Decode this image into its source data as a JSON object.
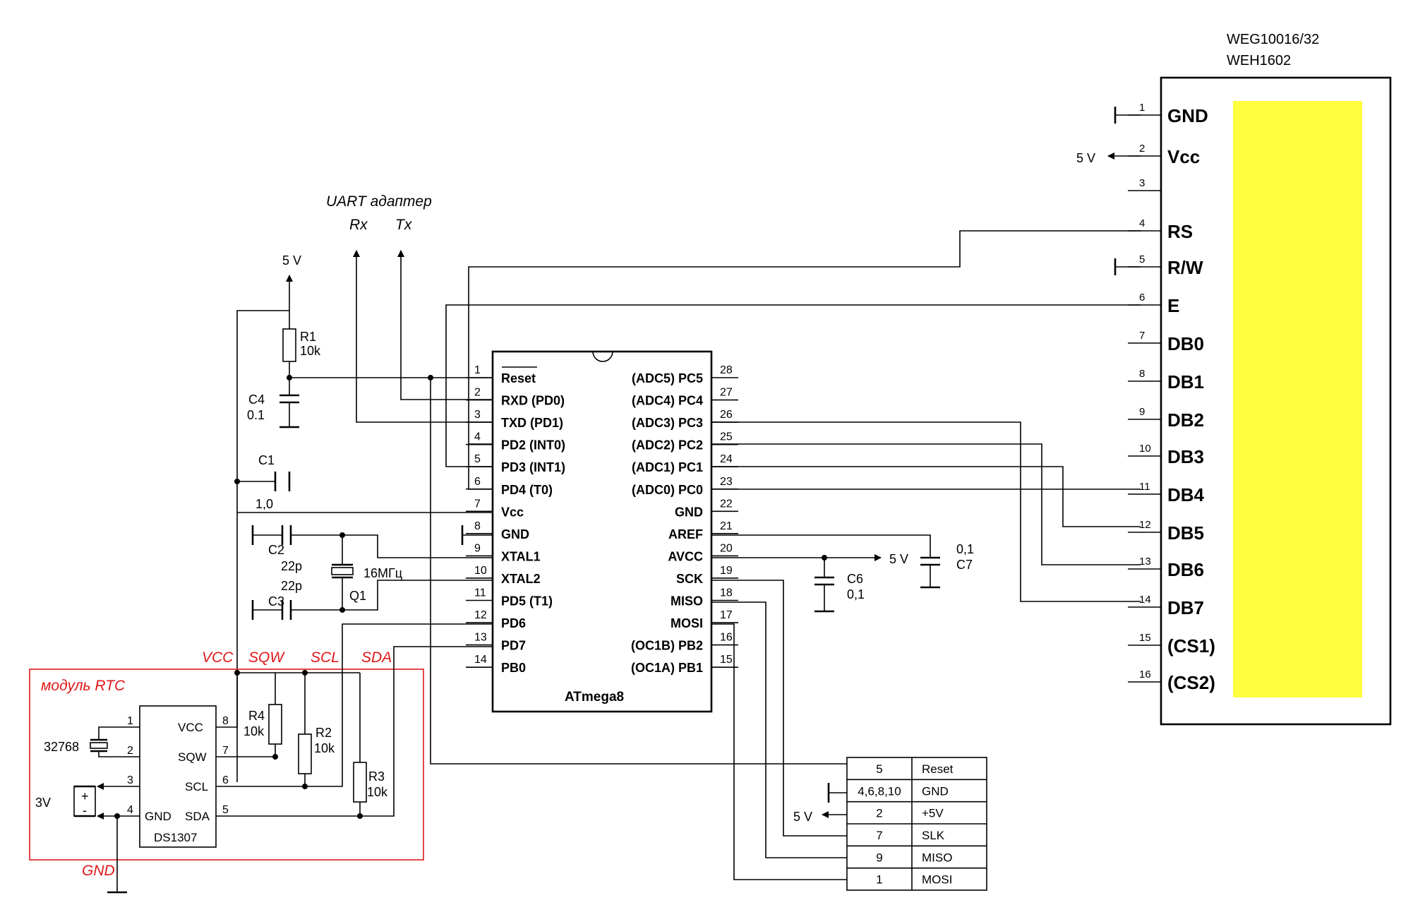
{
  "lcd": {
    "model1": "WEG10016/32",
    "model2": "WEH1602",
    "pins": [
      {
        "num": "1",
        "name": "GND"
      },
      {
        "num": "2",
        "name": "Vcc"
      },
      {
        "num": "3",
        "name": ""
      },
      {
        "num": "4",
        "name": "RS"
      },
      {
        "num": "5",
        "name": "R/W"
      },
      {
        "num": "6",
        "name": "E"
      },
      {
        "num": "7",
        "name": "DB0"
      },
      {
        "num": "8",
        "name": "DB1"
      },
      {
        "num": "9",
        "name": "DB2"
      },
      {
        "num": "10",
        "name": "DB3"
      },
      {
        "num": "11",
        "name": "DB4"
      },
      {
        "num": "12",
        "name": "DB5"
      },
      {
        "num": "13",
        "name": "DB6"
      },
      {
        "num": "14",
        "name": "DB7"
      },
      {
        "num": "15",
        "name": "(CS1)"
      },
      {
        "num": "16",
        "name": "(CS2)"
      }
    ],
    "screen_color": "#ffff40"
  },
  "mcu": {
    "name": "ATmega8",
    "left_pins": [
      {
        "num": "1",
        "name": "Reset"
      },
      {
        "num": "2",
        "name": "RXD (PD0)"
      },
      {
        "num": "3",
        "name": "TXD (PD1)"
      },
      {
        "num": "4",
        "name": "PD2 (INT0)"
      },
      {
        "num": "5",
        "name": "PD3 (INT1)"
      },
      {
        "num": "6",
        "name": "PD4 (T0)"
      },
      {
        "num": "7",
        "name": "Vcc"
      },
      {
        "num": "8",
        "name": "GND"
      },
      {
        "num": "9",
        "name": "XTAL1"
      },
      {
        "num": "10",
        "name": "XTAL2"
      },
      {
        "num": "11",
        "name": "PD5 (T1)"
      },
      {
        "num": "12",
        "name": "PD6"
      },
      {
        "num": "13",
        "name": "PD7"
      },
      {
        "num": "14",
        "name": "PB0"
      }
    ],
    "right_pins": [
      {
        "num": "28",
        "name": "(ADC5) PC5"
      },
      {
        "num": "27",
        "name": "(ADC4) PC4"
      },
      {
        "num": "26",
        "name": "(ADC3) PC3"
      },
      {
        "num": "25",
        "name": "(ADC2) PC2"
      },
      {
        "num": "24",
        "name": "(ADC1) PC1"
      },
      {
        "num": "23",
        "name": "(ADC0) PC0"
      },
      {
        "num": "22",
        "name": "GND"
      },
      {
        "num": "21",
        "name": "AREF"
      },
      {
        "num": "20",
        "name": "AVCC"
      },
      {
        "num": "19",
        "name": "SCK"
      },
      {
        "num": "18",
        "name": "MISO"
      },
      {
        "num": "17",
        "name": "MOSI"
      },
      {
        "num": "16",
        "name": "(OC1B) PB2"
      },
      {
        "num": "15",
        "name": "(OC1A) PB1"
      }
    ]
  },
  "uart": {
    "title": "UART адаптер",
    "rx": "Rx",
    "tx": "Tx"
  },
  "supply": {
    "v5": "5 V",
    "bat": "3V",
    "plus": "+",
    "minus": "-"
  },
  "components": {
    "r1_name": "R1",
    "r1_val": "10k",
    "c4_name": "C4",
    "c4_val": "0.1",
    "c1_name": "C1",
    "c1_val": "1,0",
    "c2_name": "C2",
    "c2_val": "22p",
    "c3_name": "C3",
    "c3_val": "22p",
    "q1_name": "Q1",
    "q1_val": "16МГц",
    "c6_name": "C6",
    "c6_val": "0,1",
    "c7_name": "C7",
    "c7_val": "0,1",
    "r2_name": "R2",
    "r2_val": "10k",
    "r3_name": "R3",
    "r3_val": "10k",
    "r4_name": "R4",
    "r4_val": "10k",
    "xtal_rtc": "32768"
  },
  "rtc": {
    "module_label": "модуль RTC",
    "chip": "DS1307",
    "pins": [
      {
        "num": "8",
        "name": "VCC"
      },
      {
        "num": "7",
        "name": "SQW"
      },
      {
        "num": "6",
        "name": "SCL"
      },
      {
        "num": "5",
        "name": "SDA"
      },
      {
        "num": "4",
        "name": "GND"
      }
    ],
    "left_nums": [
      "1",
      "2",
      "3",
      "4"
    ],
    "header_pins": [
      "VCC",
      "SQW",
      "SCL",
      "SDA"
    ],
    "gnd_label": "GND",
    "border_color": "#e01818"
  },
  "isp": {
    "rows": [
      {
        "pin": "5",
        "name": "Reset"
      },
      {
        "pin": "4,6,8,10",
        "name": "GND"
      },
      {
        "pin": "2",
        "name": "+5V"
      },
      {
        "pin": "7",
        "name": "SLK"
      },
      {
        "pin": "9",
        "name": "MISO"
      },
      {
        "pin": "1",
        "name": "MOSI"
      }
    ]
  }
}
